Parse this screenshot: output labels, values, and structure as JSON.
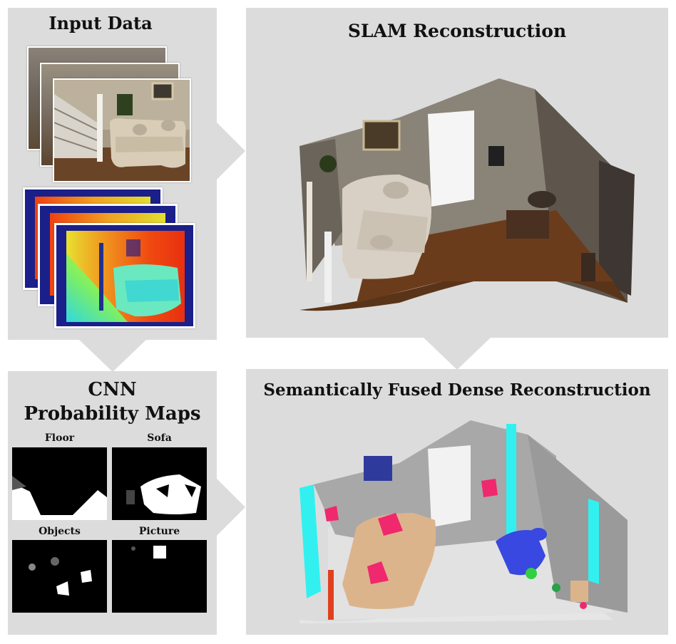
{
  "panels": {
    "input": {
      "title": "Input Data"
    },
    "slam": {
      "title": "SLAM Reconstruction"
    },
    "cnn": {
      "title_line1": "CNN",
      "title_line2": "Probability Maps",
      "maps": [
        {
          "label": "Floor"
        },
        {
          "label": "Sofa"
        },
        {
          "label": "Objects"
        },
        {
          "label": "Picture"
        }
      ]
    },
    "fused": {
      "title": "Semantically Fused Dense Reconstruction"
    }
  },
  "colors": {
    "panel_bg": "#dcdcdc",
    "arrow": "#dcdcdc",
    "sofa": "#dcb48c",
    "wall_cyan": "#33f0f0",
    "picture_blue": "#2e3a9c",
    "object_pink": "#f0286e",
    "floor_gray": "#e2e2e2"
  }
}
